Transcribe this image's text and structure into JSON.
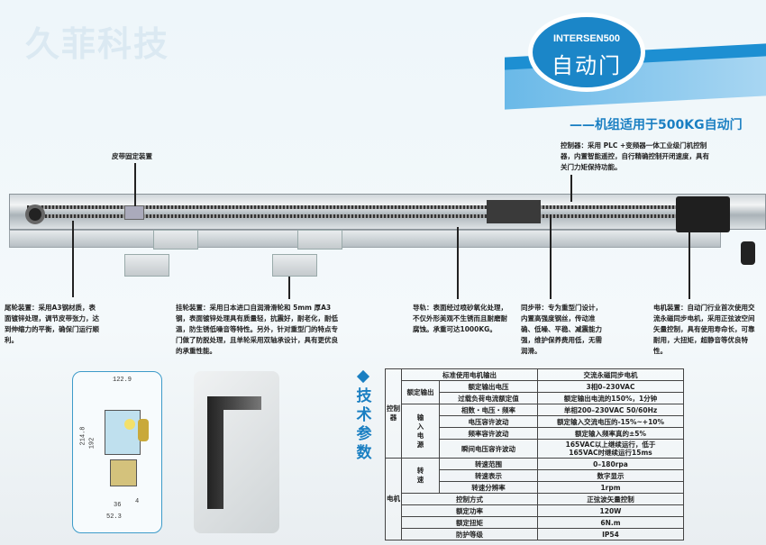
{
  "watermark": "久菲科技",
  "badge": {
    "model": "INTERSEN500",
    "name": "自动门"
  },
  "subtitle": "——机组适用于500KG自动门",
  "colors": {
    "accent": "#1b86c8",
    "title_text": "#1a7fc2"
  },
  "annotations": {
    "belt_clamp": "皮带固定装置",
    "controller": "控制器：采用 PLC +变频器一体工业级门机控制器，内置智能遥控，自行精确控制开闭速度，具有关门力矩保持功能。",
    "tail_wheel": "尾轮装置：采用A3钢材质，表面镀锌处理，调节皮带张力，达到伸缩力的平衡，确保门运行顺利。",
    "hanger": "挂轮装置：采用日本进口自润滑滑轮和 5mm 厚A3钢，表面镀锌处理具有质量轻，抗震好，耐老化，耐低温，防生锈低噪音等特性。另外，针对重型门的特点专门做了防脱处理，且单轮采用双轴承设计，具有更优良的承重性能。",
    "rail": "导轨：表面经过喷砂氧化处理，不仅外形美观不生锈而且耐磨耐腐蚀。承重可达1000KG。",
    "sync_belt": "同步带：专为重型门设计，内置高强度钢丝，传动准确、低噪、平稳、减震能力强，维护保养费用低，无需润滑。",
    "motor": "电机装置：自动门行业首次使用交流永磁同步电机，采用正弦波空间矢量控制，具有使用寿命长，可靠耐用，大扭矩，超静音等优良特性。"
  },
  "dimensions": {
    "width_top": "122.9",
    "height_total": "214.8",
    "height_inner": "192",
    "bottom_1": "36",
    "bottom_2": "52.3",
    "side": "4"
  },
  "specs": {
    "title": "技术参数",
    "controller_group": "控制器",
    "motor_group": "电机",
    "rated_output": "额定输出",
    "input_power": "输入电源",
    "speed": "转速",
    "rows": [
      {
        "k": "标准使用电机输出",
        "v": "交流永磁同步电机"
      },
      {
        "k": "额定输出电压",
        "v": "3相0–230VAC"
      },
      {
        "k": "过载负荷电流额定值",
        "v": "额定输出电流的150%，1分钟"
      },
      {
        "k": "相数・电压・频率",
        "v": "单相200–230VAC 50/60Hz"
      },
      {
        "k": "电压容许波动",
        "v": "额定输入交流电压的-15%~+10%"
      },
      {
        "k": "频率容许波动",
        "v": "额定输入频率真的±5%"
      },
      {
        "k": "瞬间电压容许波动",
        "v": "165VAC以上继续运行，低于165VAC时继续运行15ms"
      },
      {
        "k": "转速范围",
        "v": "0–180rpa"
      },
      {
        "k": "转速表示",
        "v": "数字显示"
      },
      {
        "k": "转速分辨率",
        "v": "1rpm"
      },
      {
        "k": "控制方式",
        "v": "正弦波矢量控制"
      },
      {
        "k": "额定功率",
        "v": "120W"
      },
      {
        "k": "额定扭矩",
        "v": "6N.m"
      },
      {
        "k": "防护等级",
        "v": "IP54"
      }
    ]
  }
}
